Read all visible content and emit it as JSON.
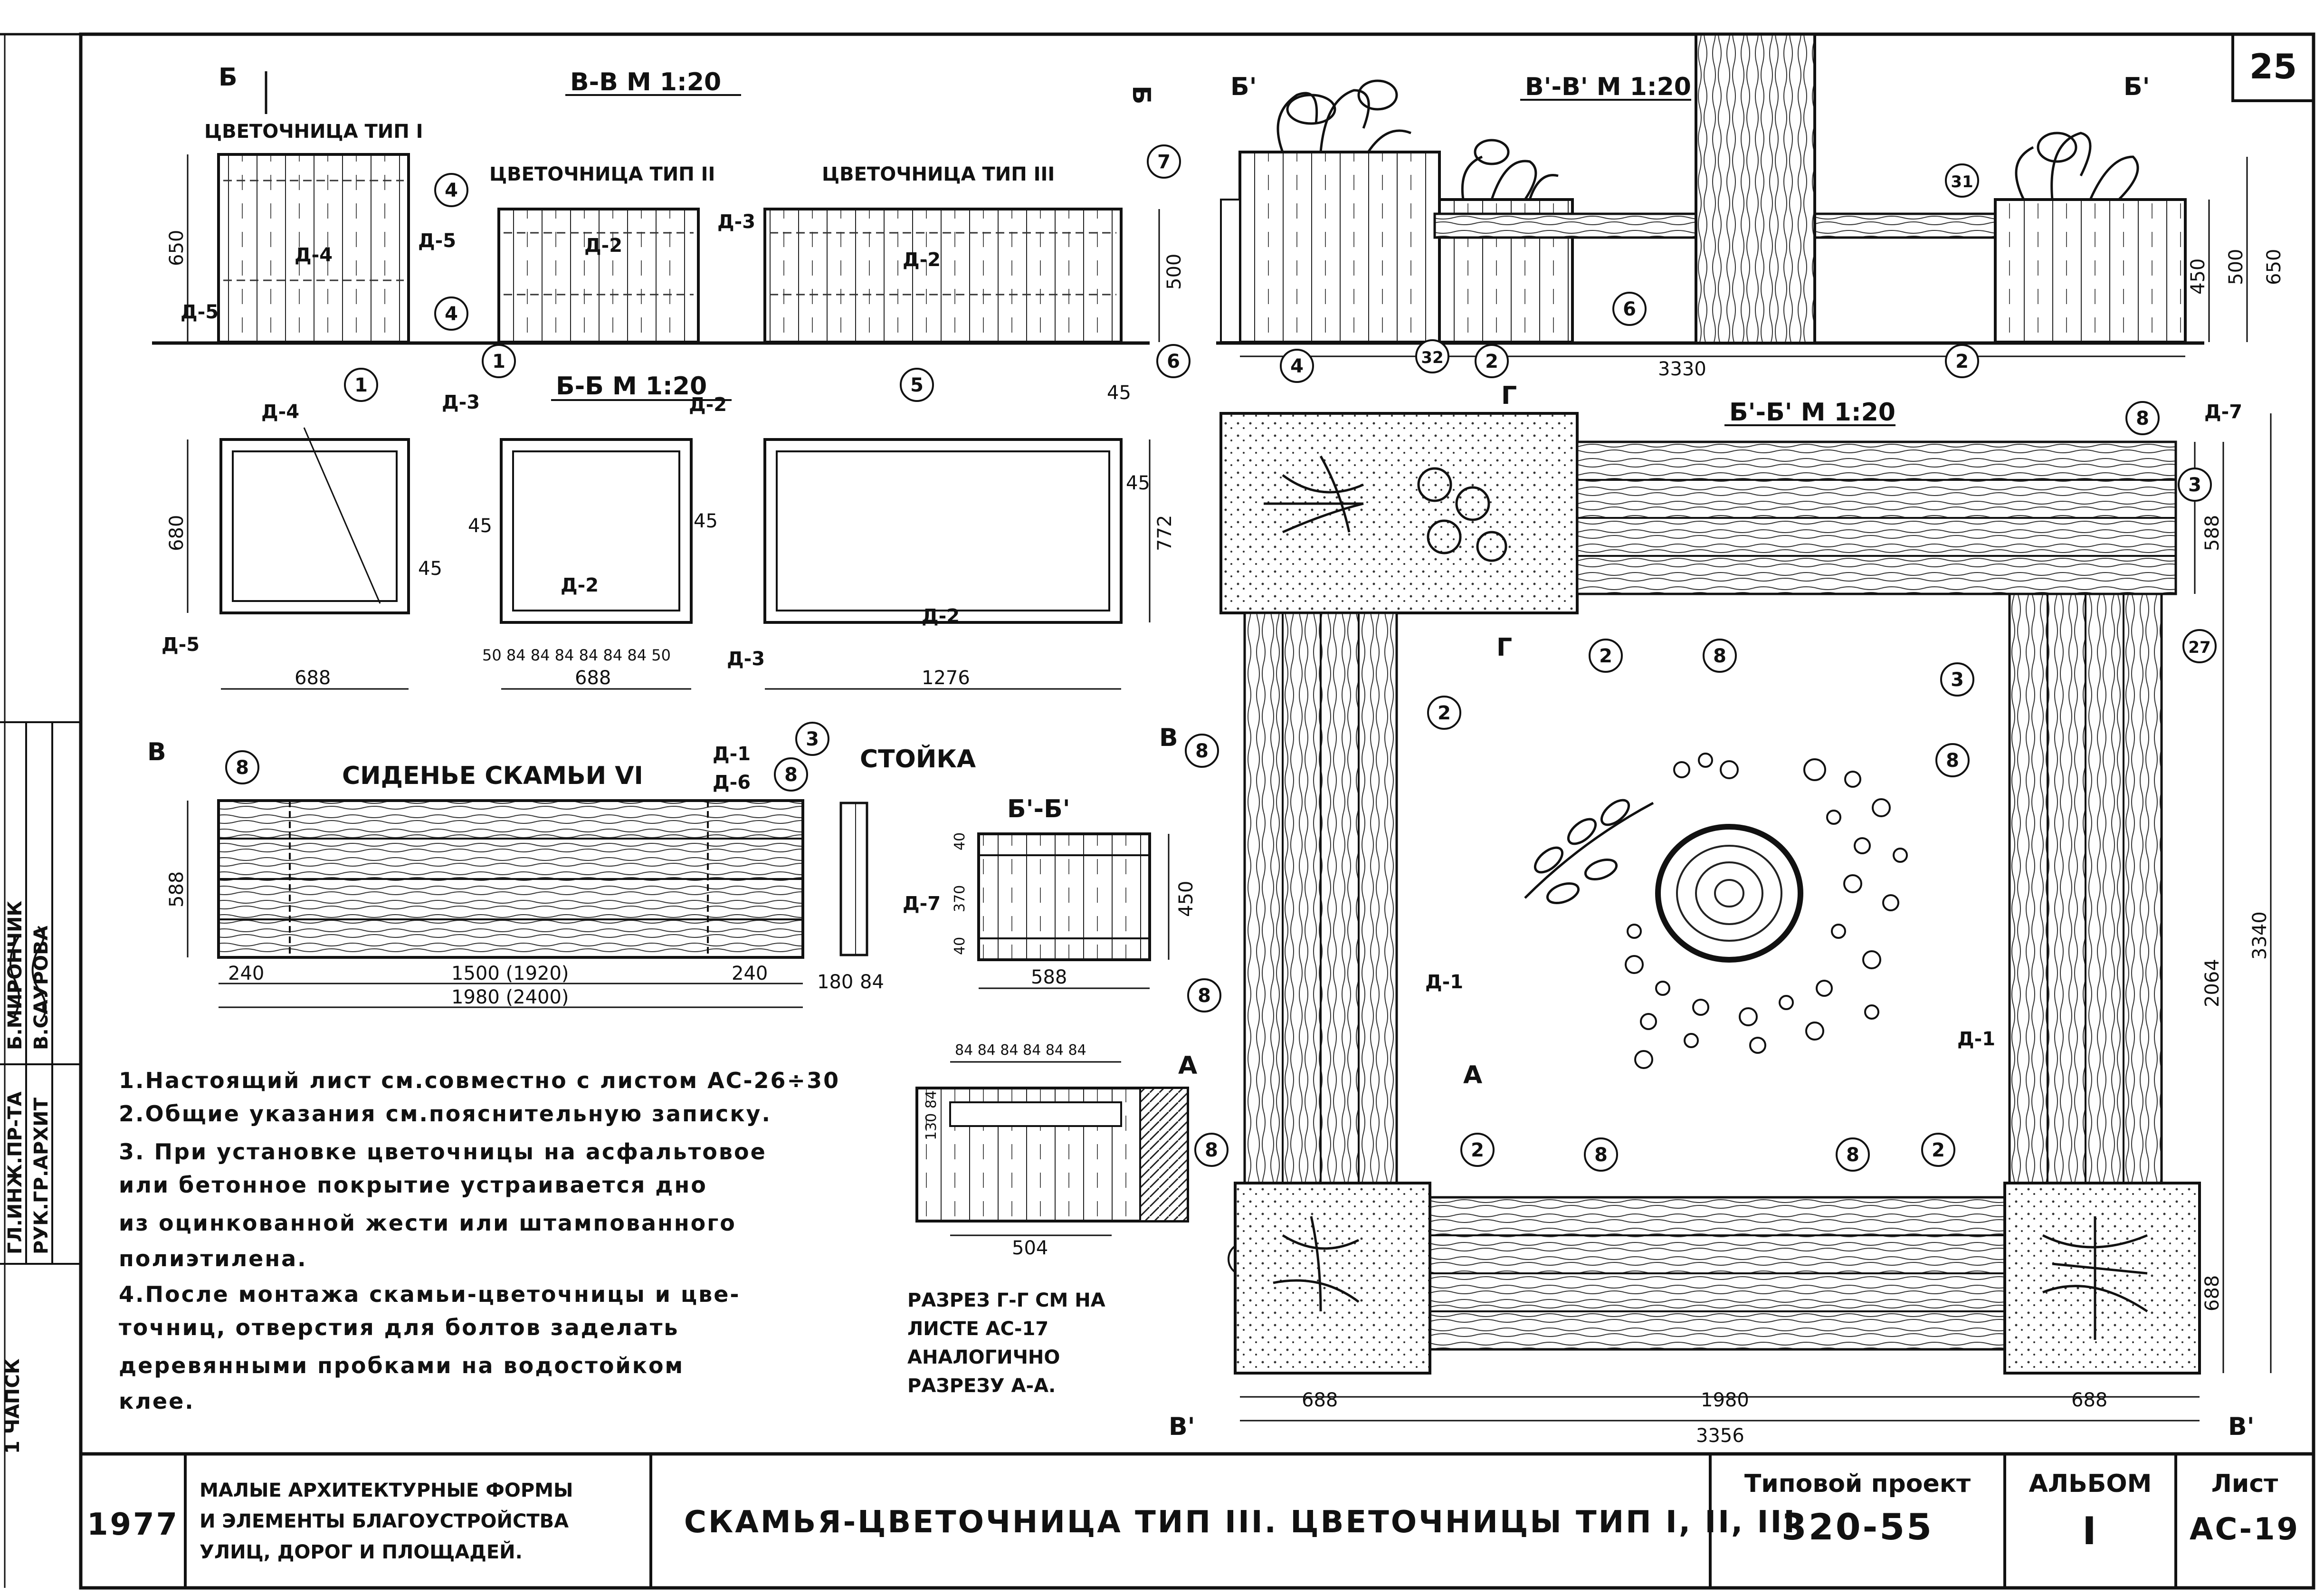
{
  "sheet": {
    "number": "25",
    "year": "1977",
    "org_line1": "МАЛЫЕ АРХИТЕКТУРНЫЕ ФОРМЫ",
    "org_line2": "И ЭЛЕМЕНТЫ БЛАГОУСТРОЙСТВА",
    "org_line3": "УЛИЦ, ДОРОГ И ПЛОЩАДЕЙ.",
    "title": "СКАМЬЯ-ЦВЕТОЧНИЦА ТИП III. ЦВЕТОЧНИЦЫ ТИП I, II, III",
    "project_label": "Типовой проект",
    "project_value": "320-55",
    "album_label": "АЛЬБОМ",
    "album_value": "I",
    "list_label": "Лист",
    "list_value": "АС-19"
  },
  "side_stamp": {
    "role1": "ГЛ.ИНЖ.ПР-ТА",
    "name1": "Б.МИРОНЧИК",
    "role2": "РУК.ГР.АРХИТ",
    "name2": "В.САУРОВА",
    "bottom": "1 ЧАПСК"
  },
  "views": {
    "v_section": "В-В  М 1:20",
    "b_section": "Б-Б  М 1:20",
    "v1_section": "В'-В' М 1:20",
    "b1_section": "Б'-Б'  М 1:20",
    "flower1": "ЦВЕТОЧНИЦА ТИП I",
    "flower2": "ЦВЕТОЧНИЦА ТИП II",
    "flower3": "ЦВЕТОЧНИЦА ТИП III",
    "seat": "СИДЕНЬЕ  СКАМЬИ VI",
    "post": "СТОЙКА",
    "post_section": "Б'-Б'",
    "gg_note_1": "РАЗРЕЗ Г-Г СМ НА",
    "gg_note_2": "ЛИСТЕ АС-17",
    "gg_note_3": "АНАЛОГИЧНО",
    "gg_note_4": "РАЗРЕЗУ А-А."
  },
  "notes": [
    "1.Настоящий лист см.совместно с листом АС-26÷30",
    "2.Общие указания см.пояснительную записку.",
    "3. При установке цветочницы на асфальтовое",
    "или бетонное покрытие устраивается дно",
    "из оцинкованной жести или штампованного",
    "полиэтилена.",
    "4.После монтажа скамьи-цветочницы и цве-",
    "точниц, отверстия для болтов заделать",
    "деревянными пробками на водостойком",
    "клее."
  ],
  "section_marks": {
    "b": "Б",
    "b1": "Б'",
    "v": "В",
    "v1": "В'",
    "g": "Г",
    "a": "А"
  },
  "details": {
    "d1": "Д-1",
    "d2": "Д-2",
    "d3": "Д-3",
    "d4": "Д-4",
    "d5": "Д-5",
    "d6": "Д-6",
    "d7": "Д-7",
    "d1d6": "Д-1\nД-6"
  },
  "callouts": {
    "c1": "1",
    "c2": "2",
    "c3": "3",
    "c4": "4",
    "c5": "5",
    "c6": "6",
    "c7": "7",
    "c8": "8",
    "c27": "27",
    "c31": "31",
    "c32": "32"
  },
  "dims": {
    "h650": "650",
    "h500": "500",
    "h450": "450",
    "w688": "688",
    "w1276": "1276",
    "h680": "680",
    "h772": "772",
    "d45": "45",
    "w3330": "3330",
    "w588": "588",
    "s240": "240",
    "s1500": "1500 (1920)",
    "s1980": "1980 (2400)",
    "s180": "180",
    "s84": "84",
    "p40": "40",
    "p370": "370",
    "p450": "450",
    "boards": "50 84 84 84 84 84 84 50",
    "top84": "84 84 84 84 84 84",
    "d504": "504",
    "d130": "130 84",
    "plan1980": "1980",
    "plan3356": "3356",
    "plan2064": "2064",
    "plan3340": "3340",
    "plan588": "588",
    "plan688": "688"
  }
}
